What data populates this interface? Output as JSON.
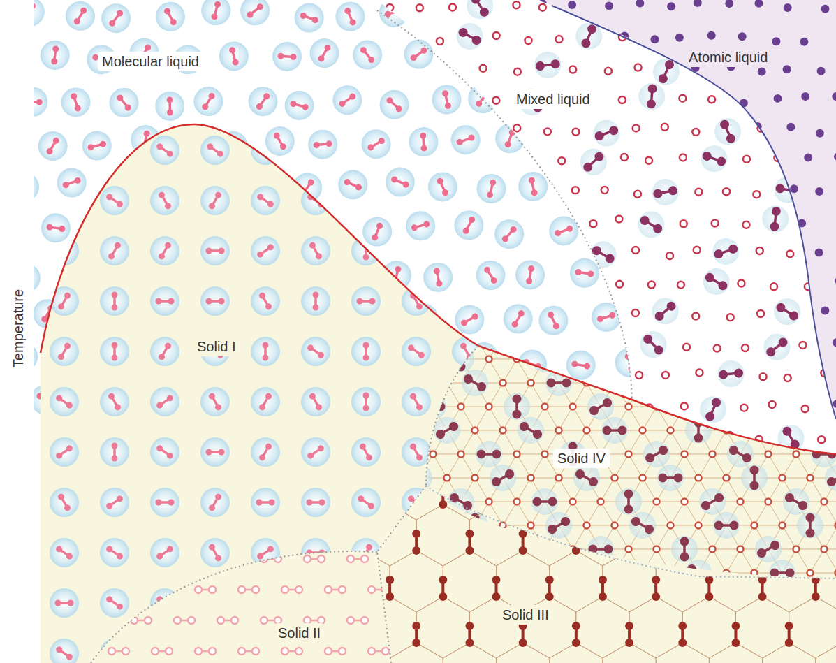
{
  "diagram": {
    "labels": [
      "Molecular liquid",
      "Atomic liquid",
      "Mixed liquid",
      "Temperature",
      "Solid I",
      "Solid IV",
      "Solid III",
      "Solid II"
    ]
  }
}
